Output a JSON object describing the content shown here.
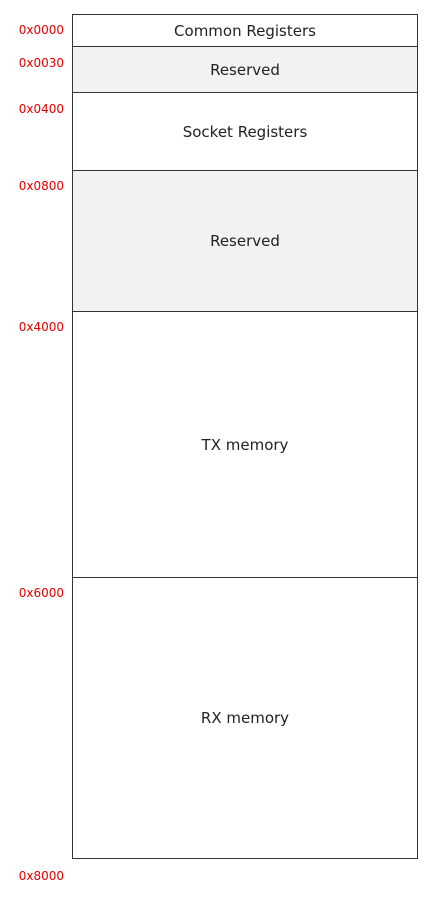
{
  "memory_map": {
    "regions": [
      {
        "address": "0x0000",
        "label": "Common Registers",
        "fill": "#ffffff"
      },
      {
        "address": "0x0030",
        "label": "Reserved",
        "fill": "#f2f2f2"
      },
      {
        "address": "0x0400",
        "label": "Socket Registers",
        "fill": "#ffffff"
      },
      {
        "address": "0x0800",
        "label": "Reserved",
        "fill": "#f2f2f2"
      },
      {
        "address": "0x4000",
        "label": "TX memory",
        "fill": "#ffffff"
      },
      {
        "address": "0x6000",
        "label": "RX memory",
        "fill": "#ffffff"
      }
    ],
    "end_address": "0x8000"
  },
  "colors": {
    "address_text": "#e00000",
    "border": "#333333",
    "label_text": "#222222"
  }
}
